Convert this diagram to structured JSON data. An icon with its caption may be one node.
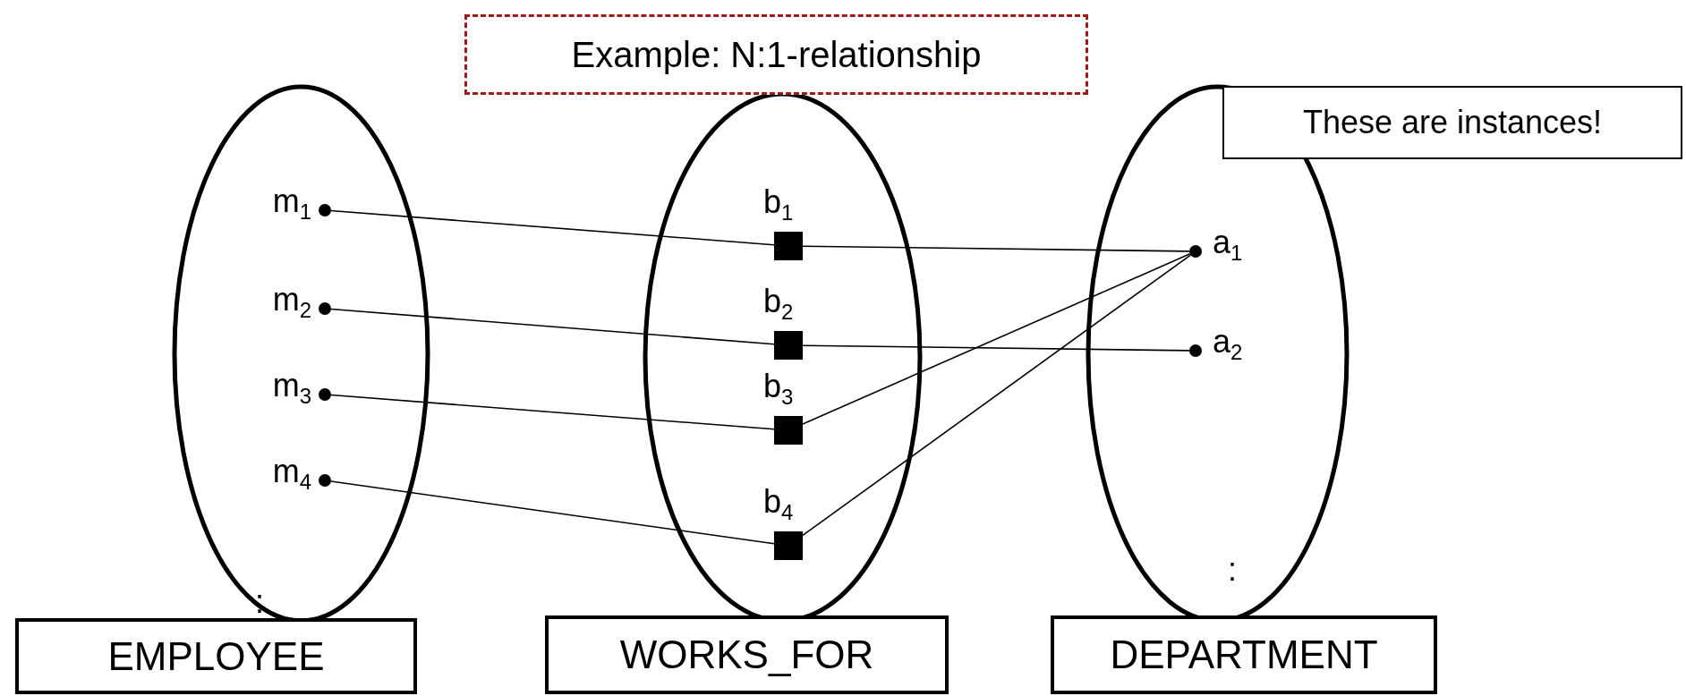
{
  "diagram": {
    "nodes": [
      {
        "text": [
          "Example: N:1-relationship"
        ]
      },
      {
        "text": [
          ":"
        ]
      },
      {
        "text": [],
        "shape": "circle",
        "beside": [
          "m$_{1}$"
        ],
        "in": 1
      },
      {
        "text": [],
        "shape": "circle",
        "beside": [
          "m$_{2}$"
        ],
        "in": 1
      },
      {
        "text": [],
        "shape": "circle",
        "beside": [
          "m$_{3}$"
        ],
        "in": 1
      },
      {
        "text": [],
        "shape": "circle",
        "beside": [
          "m$_{4}$"
        ],
        "in": 1
      },
      {
        "text": [
          "EMPLOYEE"
        ]
      },
      {
        "text": [],
        "shape": "ellipse"
      },
      {
        "text": [],
        "shape": "box",
        "beside": [
          "b$_{1}$"
        ],
        "in": 7
      },
      {
        "text": [],
        "shape": "box",
        "beside": [
          "b$_{2}$"
        ],
        "in": 7
      },
      {
        "text": [],
        "shape": "box",
        "beside": [
          "b$_{3}$"
        ],
        "in": 7
      },
      {
        "text": [],
        "shape": "box",
        "beside": [
          "b$_{4}$"
        ],
        "in": 7
      },
      {
        "text": [
          "WORKS_FOR"
        ]
      },
      {
        "text": [
          ":"
        ]
      },
      {
        "text": [],
        "shape": "circle",
        "beside": [
          "a$_{1}$"
        ],
        "in": 13
      },
      {
        "text": [],
        "shape": "circle",
        "beside": [
          "a$_{2}$"
        ],
        "in": 13
      },
      {
        "text": [
          "DEPARTMENT"
        ]
      },
      {
        "text": [
          "These are instances!"
        ]
      }
    ],
    "edges": [
      {
        "from": 2,
        "to": 8,
        "arrow": "none"
      },
      {
        "from": 8,
        "to": 14,
        "arrow": "none"
      },
      {
        "from": 3,
        "to": 9,
        "arrow": "none"
      },
      {
        "from": 9,
        "to": 15,
        "arrow": "none"
      },
      {
        "from": 4,
        "to": 10,
        "arrow": "none"
      },
      {
        "from": 10,
        "to": 14,
        "arrow": "none"
      },
      {
        "from": 5,
        "to": 11,
        "arrow": "none"
      },
      {
        "from": 11,
        "to": 14,
        "arrow": "none"
      }
    ]
  }
}
